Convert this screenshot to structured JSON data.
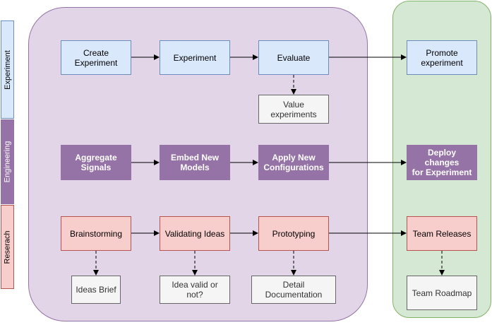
{
  "lanes": {
    "experiment": "Experiment",
    "engineering": "Engineering",
    "research": "Reserach"
  },
  "nodes": {
    "create_experiment": "Create\nExperiment",
    "experiment": "Experiment",
    "evaluate": "Evaluate",
    "promote_experiment": "Promote\nexperiment",
    "value_experiments": "Value\nexperiments",
    "aggregate_signals": "Aggregate\nSignals",
    "embed_new_models": "Embed New\nModels",
    "apply_new_configurations": "Apply New\nConfigurations",
    "deploy_changes": "Deploy changes\nfor Experiment",
    "brainstorming": "Brainstorming",
    "validating_ideas": "Validating Ideas",
    "prototyping": "Prototyping",
    "team_releases": "Team Releases",
    "ideas_brief": "Ideas Brief",
    "idea_valid": "Idea valid or not?",
    "detail_documentation": "Detail Documentation",
    "team_roadmap": "Team Roadmap"
  },
  "colors": {
    "blue_fill": "#dae8fc",
    "purple_fill": "#9673a6",
    "red_fill": "#f8cecc",
    "grey_fill": "#f5f5f5",
    "region_purple": "#e1d5e7",
    "region_green": "#d5e8d4"
  }
}
